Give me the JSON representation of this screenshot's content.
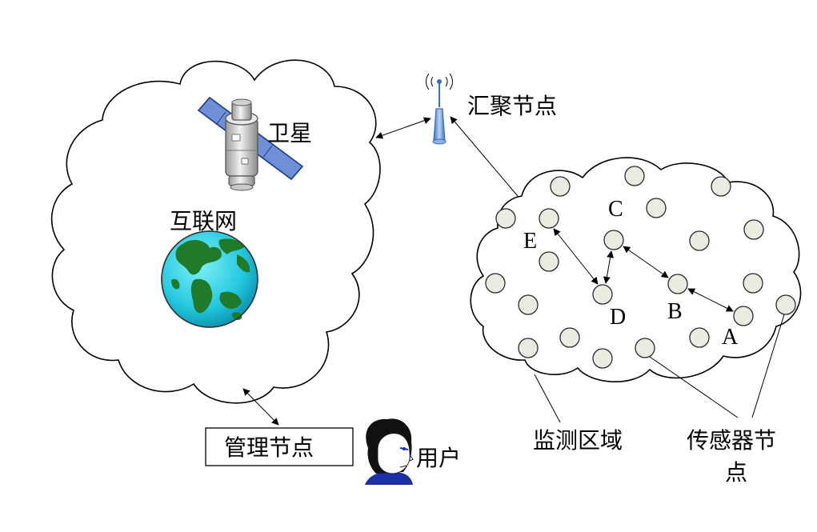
{
  "labels": {
    "satellite": "卫星",
    "internet": "互联网",
    "sink_node": "汇聚节点",
    "management_node": "管理节点",
    "user": "用户",
    "monitoring_area": "监测区域",
    "sensor_node_line1": "传感器节",
    "sensor_node_line2": "点"
  },
  "node_letters": {
    "a": "A",
    "b": "B",
    "c": "C",
    "d": "D",
    "e": "E"
  },
  "colors": {
    "ocean": "#2ad3e6",
    "land": "#1f7a2a",
    "node_fill": "#ebebe1",
    "antenna": "#5b8fd6",
    "satellite_panel": "#6f8fd6"
  },
  "icons": [
    "satellite-icon",
    "globe-icon",
    "antenna-icon",
    "user-icon"
  ]
}
